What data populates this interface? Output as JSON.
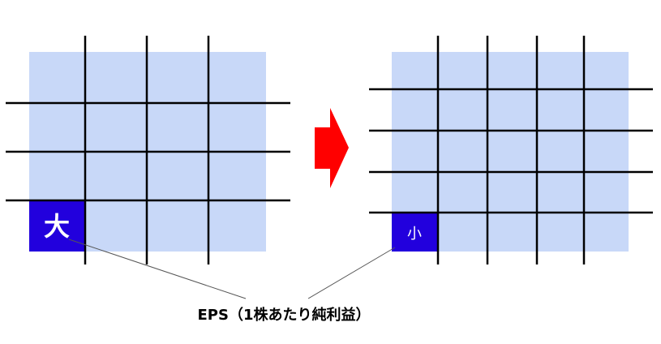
{
  "left_grid": {
    "cell_label": "大"
  },
  "right_grid": {
    "cell_label": "小"
  },
  "caption": "EPS（1株あたり純利益）",
  "colors": {
    "background_square": "#c8d8f8",
    "highlight_cell": "#2200dd",
    "grid_line": "#000000",
    "arrow": "#ff0000",
    "connector": "#555555",
    "cell_text": "#ffffff",
    "caption_text": "#000000"
  },
  "icons": {
    "transition_arrow": "right-arrow-icon"
  }
}
